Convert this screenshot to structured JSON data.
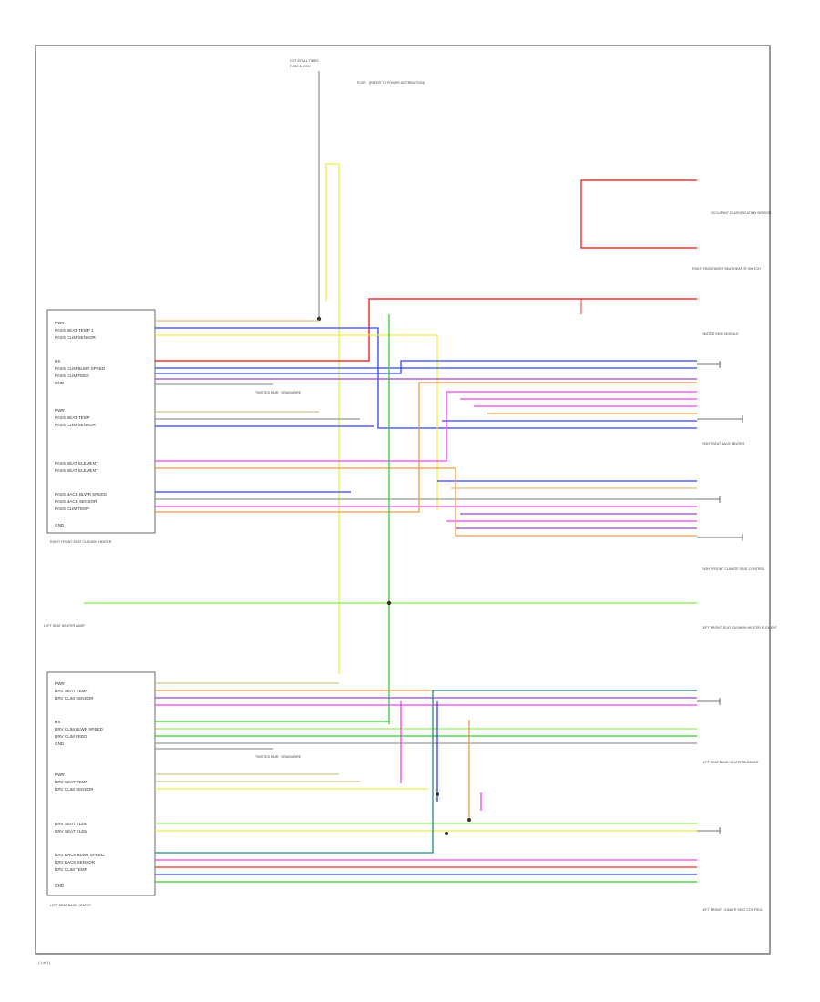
{
  "footer_code": "( 1 of 1 )",
  "labels": {
    "top_source": "HOT AT ALL TIMES",
    "top_source_sub": "FUSE BLOCK",
    "top_note": "FUSE · (REFER TO POWER DISTRIBUTION)",
    "occupant_module": "OCCUPANT CLASSIFICATION SENSOR",
    "pass_switch_conn": "RIGHT PASSENGER SEAT HEATER SWITCH",
    "heater_module": "HEATED SEAT MODULE",
    "pass_seat_conn": "RIGHT FRONT SEAT CUSHION HEATER",
    "pass_back_conn": "RIGHT SEAT BACK HEATER",
    "pass_controller": "RIGHT FRONT CLIMATE SEAT CONTROL",
    "left_indicator": "LEFT SEAT HEATER LAMP",
    "ground_conn": "LEFT FRONT SEAT CUSHION HEATER ELEMENT",
    "drv_seat_conn": "LEFT SEAT BACK HEATER",
    "drv_back_conn": "LEFT SEAT BACK HEATER ELEMENT",
    "drv_controller": "LEFT FRONT CLIMATE SEAT CONTROL",
    "shield_note": "TWISTED PAIR · DRAIN WIRE"
  },
  "pass_module_pins": [
    "PWR",
    "PASS SEAT TEMP 1",
    "PASS CLIM SENSOR",
    "HS",
    "PASS CLIM BLWR SPEED",
    "PASS CLIM FEED",
    "GND",
    "PWR",
    "PASS SEAT TEMP",
    "PASS CLIM SENSOR",
    "PASS SEAT ELEMENT",
    "PASS SEAT ELEMENT",
    "PASS BACK BLWR SPEED",
    "PASS BACK SENSOR",
    "PASS CLIM TEMP",
    "GND"
  ],
  "drv_module_pins": [
    "PWR",
    "DRV SEAT TEMP",
    "DRV CLIM SENSOR",
    "HS",
    "DRV CLIM BLWR SPEED",
    "DRV CLIM FEED",
    "GND",
    "PWR",
    "DRV SEAT TEMP",
    "DRV CLIM SENSOR",
    "DRV SEAT ELEM",
    "DRV SEAT ELEM",
    "DRV BACK BLWR SPEED",
    "DRV BACK SENSOR",
    "DRV CLIM TEMP",
    "GND"
  ],
  "wire_colors": {
    "red": "#ee3333",
    "blue": "#3344ee",
    "green": "#33cc33",
    "lightgreen": "#99ee66",
    "yellow": "#eeee44",
    "orange": "#ee9944",
    "magenta": "#ee44ee",
    "pink": "#f3a6c0",
    "purple": "#9944cc",
    "tan": "#d8c28a",
    "gray": "#999999",
    "teal": "#1f8a8a",
    "black": "#222222"
  }
}
